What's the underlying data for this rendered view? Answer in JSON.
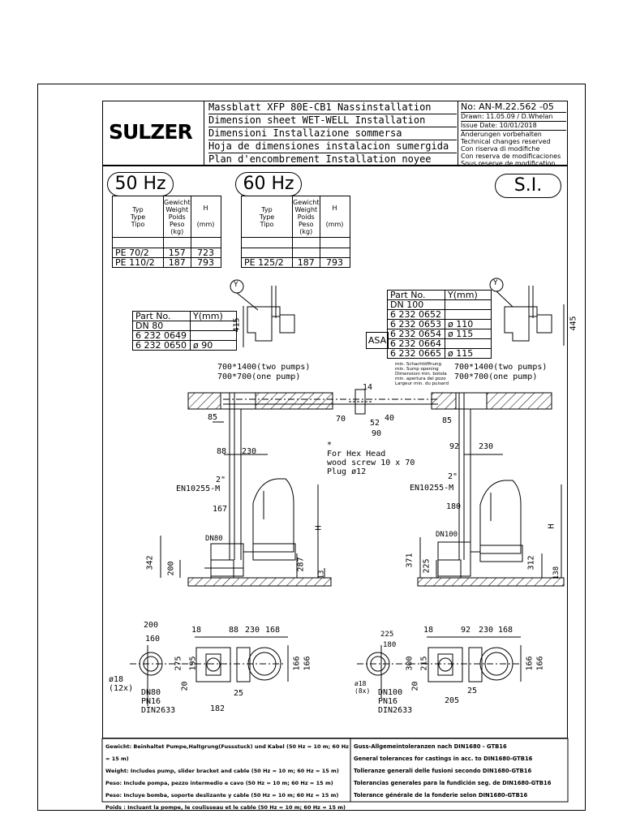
{
  "header": {
    "logo": "SULZER",
    "titles": [
      "Massblatt XFP 80E-CB1 Nassinstallation",
      "Dimension sheet WET-WELL Installation",
      "Dimensioni Installazione sommersa",
      "Hoja de dimensiones instalacion sumergida",
      "Plan d'encombrement Installation noyee"
    ],
    "doc_no": "No: AN-M.22.562 -05",
    "drawn": "Drawn: 11.05.09 / D.Whelan",
    "issue_date": "Issue Date: 10/01/2018",
    "changes": [
      "Anderungen vorbehalten",
      "Technical changes reserved",
      "Con riserva di modifiche",
      "Con reserva de modificaciones",
      "Sous reserve de modification"
    ]
  },
  "freq_labels": {
    "hz50": "50 Hz",
    "hz60": "60 Hz",
    "si": "S.I."
  },
  "table_headers": {
    "type": [
      "Typ",
      "Type",
      "Tipo"
    ],
    "weight": [
      "Gewicht",
      "Weight",
      "Poids",
      "Peso",
      "(kg)"
    ],
    "h": "H",
    "mm": "(mm)"
  },
  "table_50hz": [
    {
      "type": "PE 70/2",
      "weight": "157",
      "h": "723"
    },
    {
      "type": "PE 110/2",
      "weight": "187",
      "h": "793"
    }
  ],
  "table_60hz": [
    {
      "type": "PE 125/2",
      "weight": "187",
      "h": "793"
    }
  ],
  "parts_50hz": {
    "header": [
      "Part No.",
      "Y(mm)"
    ],
    "rows": [
      {
        "part": "DN 80",
        "y": ""
      },
      {
        "part": "6 232 0649",
        "y": ""
      },
      {
        "part": "6 232 0650",
        "y": "ø 90"
      }
    ]
  },
  "parts_60hz": {
    "header": [
      "Part No.",
      "Y(mm)"
    ],
    "asa": "ASA",
    "rows": [
      {
        "part": "DN 100",
        "y": ""
      },
      {
        "part": "6 232 0652",
        "y": ""
      },
      {
        "part": "6 232 0653",
        "y": "ø 110"
      },
      {
        "part": "6 232 0654",
        "y": "ø 115"
      },
      {
        "part": "6 232 0664",
        "y": ""
      },
      {
        "part": "6 232 0665",
        "y": "ø 115"
      }
    ]
  },
  "labels": {
    "y": "Y",
    "dim415": "415",
    "dim445": "445",
    "pit_left": [
      "700*1400(two pumps)",
      "700*700(one pump)"
    ],
    "pit_right": [
      "700*1400(two pumps)",
      "700*700(one pump)"
    ],
    "opening": [
      "min. Schachtöffnung",
      "min. Sump opening",
      "Dimensioni min. botola",
      "min. apertura del pozo",
      "Largeur min. du puisard"
    ],
    "d14": "14",
    "d70": "70",
    "d52": "52",
    "d40": "40",
    "d90": "90",
    "screw": [
      "*",
      "For Hex Head",
      "wood screw 10 x 70",
      "Plug ø12"
    ],
    "left_dims": {
      "d85": "85",
      "d88": "88",
      "d230": "230",
      "d2": "2\"",
      "en": "EN10255-M",
      "d167": "167",
      "dn": "DN80",
      "d342": "342",
      "d200": "200",
      "d287": "287",
      "d13": "13",
      "h": "H"
    },
    "right_dims": {
      "d85": "85",
      "d92": "92",
      "d230": "230",
      "d2": "2\"",
      "en": "EN10255-M",
      "d180": "180",
      "dn": "DN100",
      "d371": "371",
      "d225": "225",
      "d312": "312",
      "d138": "138",
      "h": "H"
    },
    "plan_left": {
      "d200": "200",
      "d160": "160",
      "d18": "18",
      "d88": "88",
      "d230": "230",
      "d168": "168",
      "d275": "275",
      "d195": "195",
      "d20": "20",
      "d166a": "166",
      "d166b": "166",
      "d25": "25",
      "d182": "182",
      "hole": "ø18",
      "holes": "(12x)",
      "dn": "DN80",
      "pn": "PN16",
      "din": "DIN2633"
    },
    "plan_right": {
      "d225": "225",
      "d180": "180",
      "d18": "18",
      "d92": "92",
      "d230": "230",
      "d168": "168",
      "d300": "300",
      "d215": "215",
      "d20": "20",
      "d166a": "166",
      "d166b": "166",
      "d25": "25",
      "d205": "205",
      "hole": "ø18",
      "holes": "(8x)",
      "dn": "DN100",
      "pn": "PN16",
      "din": "DIN2633"
    }
  },
  "footer_left": [
    "Gewicht: Beinhaltet Pumpe,Haltgrung(Fussstuck) und Kabel (50 Hz = 10 m; 60 Hz = 15 m)",
    "Weight: Includes pump, slider bracket and cable (50 Hz = 10 m; 60 Hz = 15 m)",
    "Peso: Include pompa, pezzo intermedio e cavo (50 Hz = 10 m; 60 Hz = 15 m)",
    "Peso: Incluye bomba, soporte deslizante y cable (50 Hz = 10 m; 60 Hz = 15 m)",
    "Poids : Incluant la pompe, le coulisseau et le cable (50 Hz = 10 m; 60 Hz = 15 m)"
  ],
  "footer_right": [
    "Guss-Allgemeintoleranzen nach DIN1680 - GTB16",
    "General tolerances for castings in acc. to DIN1680-GTB16",
    "Tolleranze generali delle fusioni secondo DIN1680-GTB16",
    "Tolerancias generales para la fundición seg. de DIN1680-GTB16",
    "Tolerance générale de la fonderie selon DIN1680-GTB16"
  ]
}
